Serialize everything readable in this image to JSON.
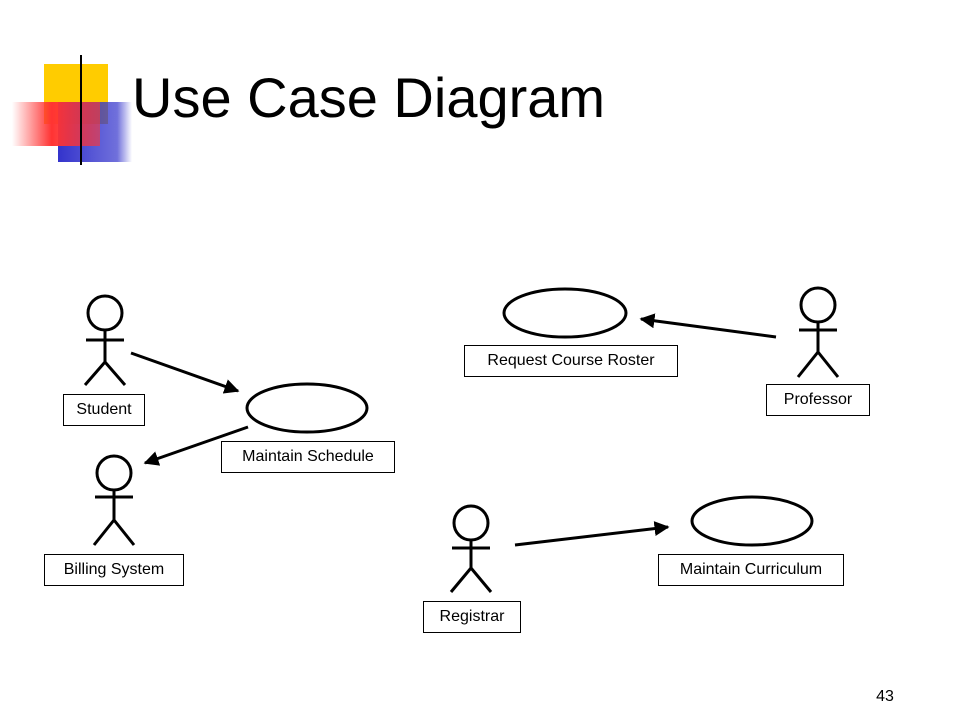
{
  "slide": {
    "title": "Use Case Diagram",
    "page_number": "43"
  },
  "actors": {
    "student": "Student",
    "billing_system": "Billing System",
    "professor": "Professor",
    "registrar": "Registrar"
  },
  "use_cases": {
    "maintain_schedule": "Maintain Schedule",
    "request_course_roster": "Request Course Roster",
    "maintain_curriculum": "Maintain Curriculum"
  },
  "colors": {
    "decor_yellow": "#ffcc00",
    "decor_red": "#ff3333",
    "decor_blue": "#3333cc",
    "line": "#000000"
  }
}
